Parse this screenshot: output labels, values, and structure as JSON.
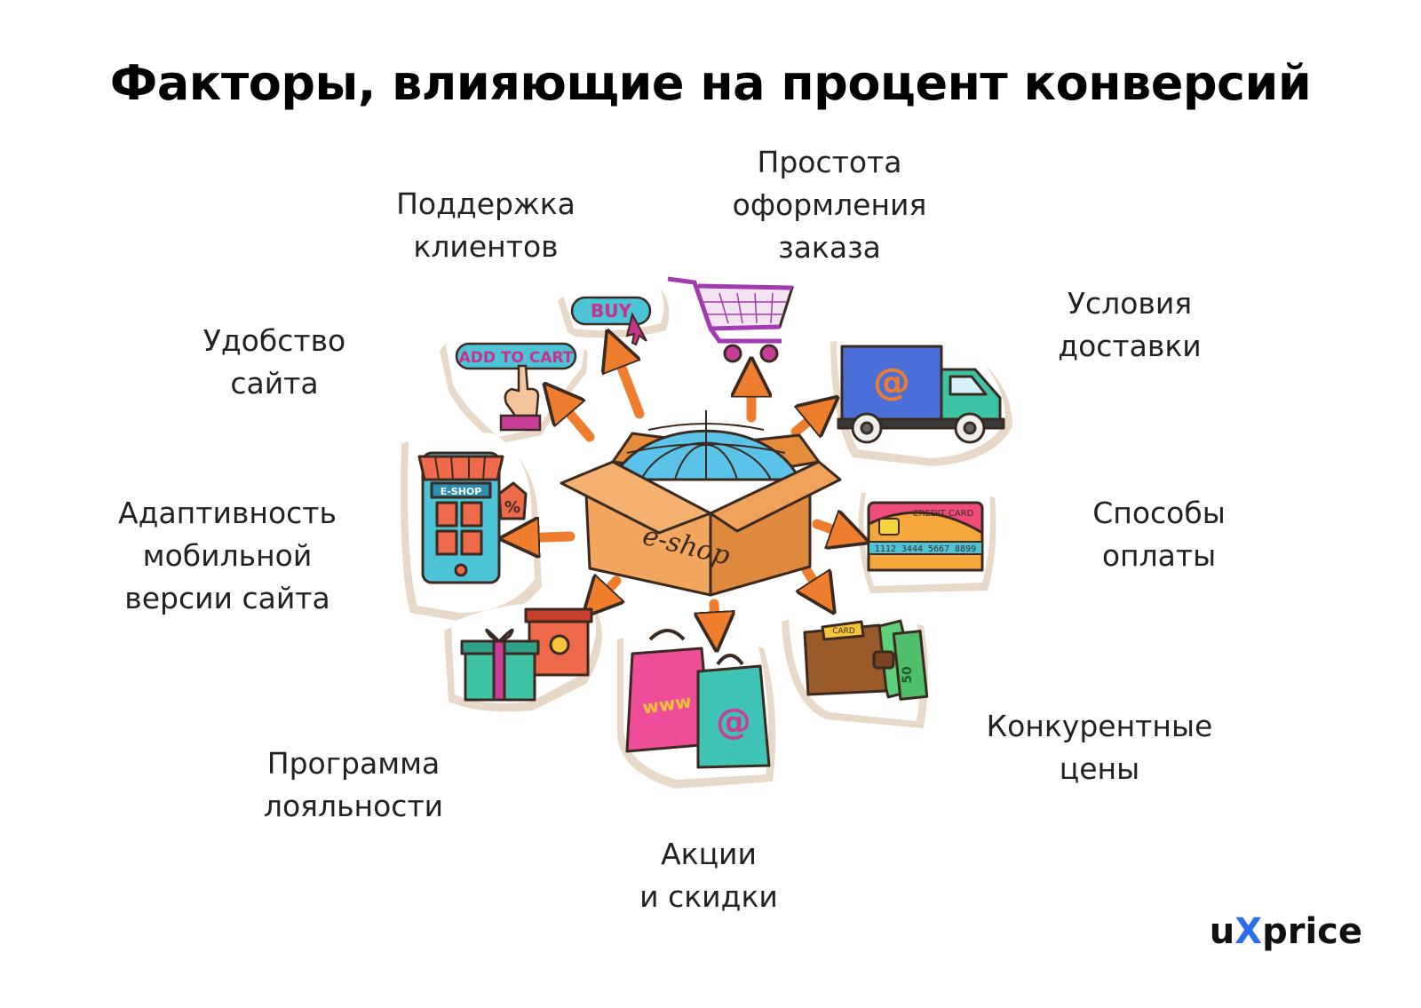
{
  "title": "Факторы, влияющие на процент конверсий",
  "factors": [
    {
      "id": "support",
      "lines": [
        "Поддержка",
        "клиентов"
      ]
    },
    {
      "id": "checkout",
      "lines": [
        "Простота",
        "оформления",
        "заказа"
      ]
    },
    {
      "id": "delivery",
      "lines": [
        "Условия",
        "доставки"
      ]
    },
    {
      "id": "usability",
      "lines": [
        "Удобство",
        "сайта"
      ]
    },
    {
      "id": "payment",
      "lines": [
        "Способы",
        "оплаты"
      ]
    },
    {
      "id": "mobile",
      "lines": [
        "Адаптивность",
        "мобильной",
        "версии сайта"
      ]
    },
    {
      "id": "prices",
      "lines": [
        "Конкурентные",
        "цены"
      ]
    },
    {
      "id": "loyalty",
      "lines": [
        "Программа",
        "лояльности"
      ]
    },
    {
      "id": "promo",
      "lines": [
        "Акции",
        "и скидки"
      ]
    }
  ],
  "illustration": {
    "box_label": "e-shop",
    "buy_button": "BUY",
    "add_to_cart_button": "ADD TO CART",
    "shop_sign": "E-SHOP",
    "percent_tag": "%",
    "credit_card_label": "CREDIT CARD",
    "card_number": "1112 3444 5667 8899",
    "wallet_card_label": "CARD",
    "banknote_value": "50",
    "bag_text": "www",
    "at_sign": "@"
  },
  "brand": {
    "prefix": "u",
    "accent": "X",
    "suffix": "price"
  },
  "colors": {
    "arrow": "#ef7d2e",
    "box": "#f2a65e",
    "globe": "#5bc3ea",
    "accent_brand": "#2d6cf0"
  }
}
